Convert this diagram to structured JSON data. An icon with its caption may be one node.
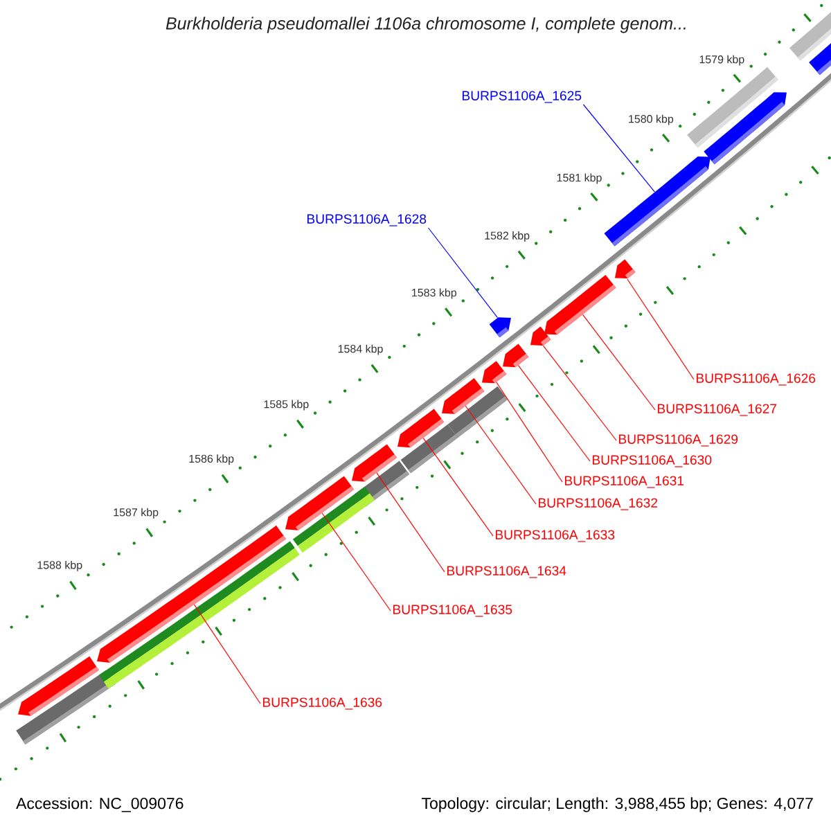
{
  "diagram": {
    "title": "Burkholderia pseudomallei 1106a chromosome I, complete genom...",
    "nodes": [
      {
        "text": [
          "BURPS1106A_1625"
        ]
      },
      {
        "text": [
          "BURPS1106A_1628"
        ]
      },
      {
        "text": [
          "BURPS1106A_1626"
        ]
      },
      {
        "text": [
          "BURPS1106A_1627"
        ]
      },
      {
        "text": [
          "BURPS1106A_1629"
        ]
      },
      {
        "text": [
          "BURPS1106A_1630"
        ]
      },
      {
        "text": [
          "BURPS1106A_1631"
        ]
      },
      {
        "text": [
          "BURPS1106A_1632"
        ]
      },
      {
        "text": [
          "BURPS1106A_1633"
        ]
      },
      {
        "text": [
          "BURPS1106A_1634"
        ]
      },
      {
        "text": [
          "BURPS1106A_1635"
        ]
      },
      {
        "text": [
          "BURPS1106A_1636"
        ]
      },
      {
        "text": [],
        "shape": "box"
      },
      {
        "text": [],
        "shape": "box"
      },
      {
        "text": [],
        "shape": "box"
      },
      {
        "text": [],
        "shape": "box"
      },
      {
        "text": [],
        "shape": "box"
      },
      {
        "text": [],
        "shape": "box"
      },
      {
        "text": [],
        "shape": "box"
      },
      {
        "text": [],
        "shape": "box"
      },
      {
        "text": [],
        "shape": "box"
      },
      {
        "text": [],
        "shape": "box"
      },
      {
        "text": [],
        "shape": "box"
      },
      {
        "text": [],
        "shape": "box"
      },
      {
        "text": [],
        "shape": "bar"
      },
      {
        "text": [],
        "shape": "bar"
      },
      {
        "text": [],
        "shape": "box"
      },
      {
        "text": [],
        "shape": "box"
      },
      {
        "text": [],
        "shape": "box"
      },
      {
        "text": [],
        "shape": "bar"
      },
      {
        "text": [],
        "shape": "bar"
      },
      {
        "text": [],
        "shape": "bar"
      },
      {
        "text": [],
        "shape": "bar"
      },
      {
        "text": [],
        "shape": "bar"
      },
      {
        "text": [],
        "shape": "bar"
      }
    ],
    "edges": [
      {
        "from": 0,
        "to": 12,
        "arrow": "none",
        "color": "#0000ff"
      },
      {
        "from": 1,
        "to": 13,
        "arrow": "none",
        "color": "#0000ff"
      },
      {
        "from": 2,
        "to": 14,
        "arrow": "none"
      },
      {
        "from": 3,
        "to": 15,
        "arrow": "none"
      },
      {
        "from": 4,
        "to": 16,
        "arrow": "none"
      },
      {
        "from": 5,
        "to": 17,
        "arrow": "none"
      },
      {
        "from": 6,
        "to": 18,
        "arrow": "none"
      },
      {
        "from": 7,
        "to": 19,
        "arrow": "none"
      },
      {
        "from": 8,
        "to": 20,
        "arrow": "none"
      },
      {
        "from": 9,
        "to": 21,
        "arrow": "none"
      },
      {
        "from": 10,
        "to": 22,
        "arrow": "none"
      },
      {
        "from": 11,
        "to": 23,
        "arrow": "none"
      }
    ],
    "labels": [
      "1579 kbp",
      "1580 kbp",
      "1581 kbp",
      "1582 kbp",
      "1583 kbp",
      "1584 kbp",
      "1585 kbp",
      "1586 kbp",
      "1587 kbp",
      "1588 kbp",
      "Accession: NC_009076",
      "Topology: circular; Length: 3,988,455 bp; Genes: 4,077"
    ]
  }
}
